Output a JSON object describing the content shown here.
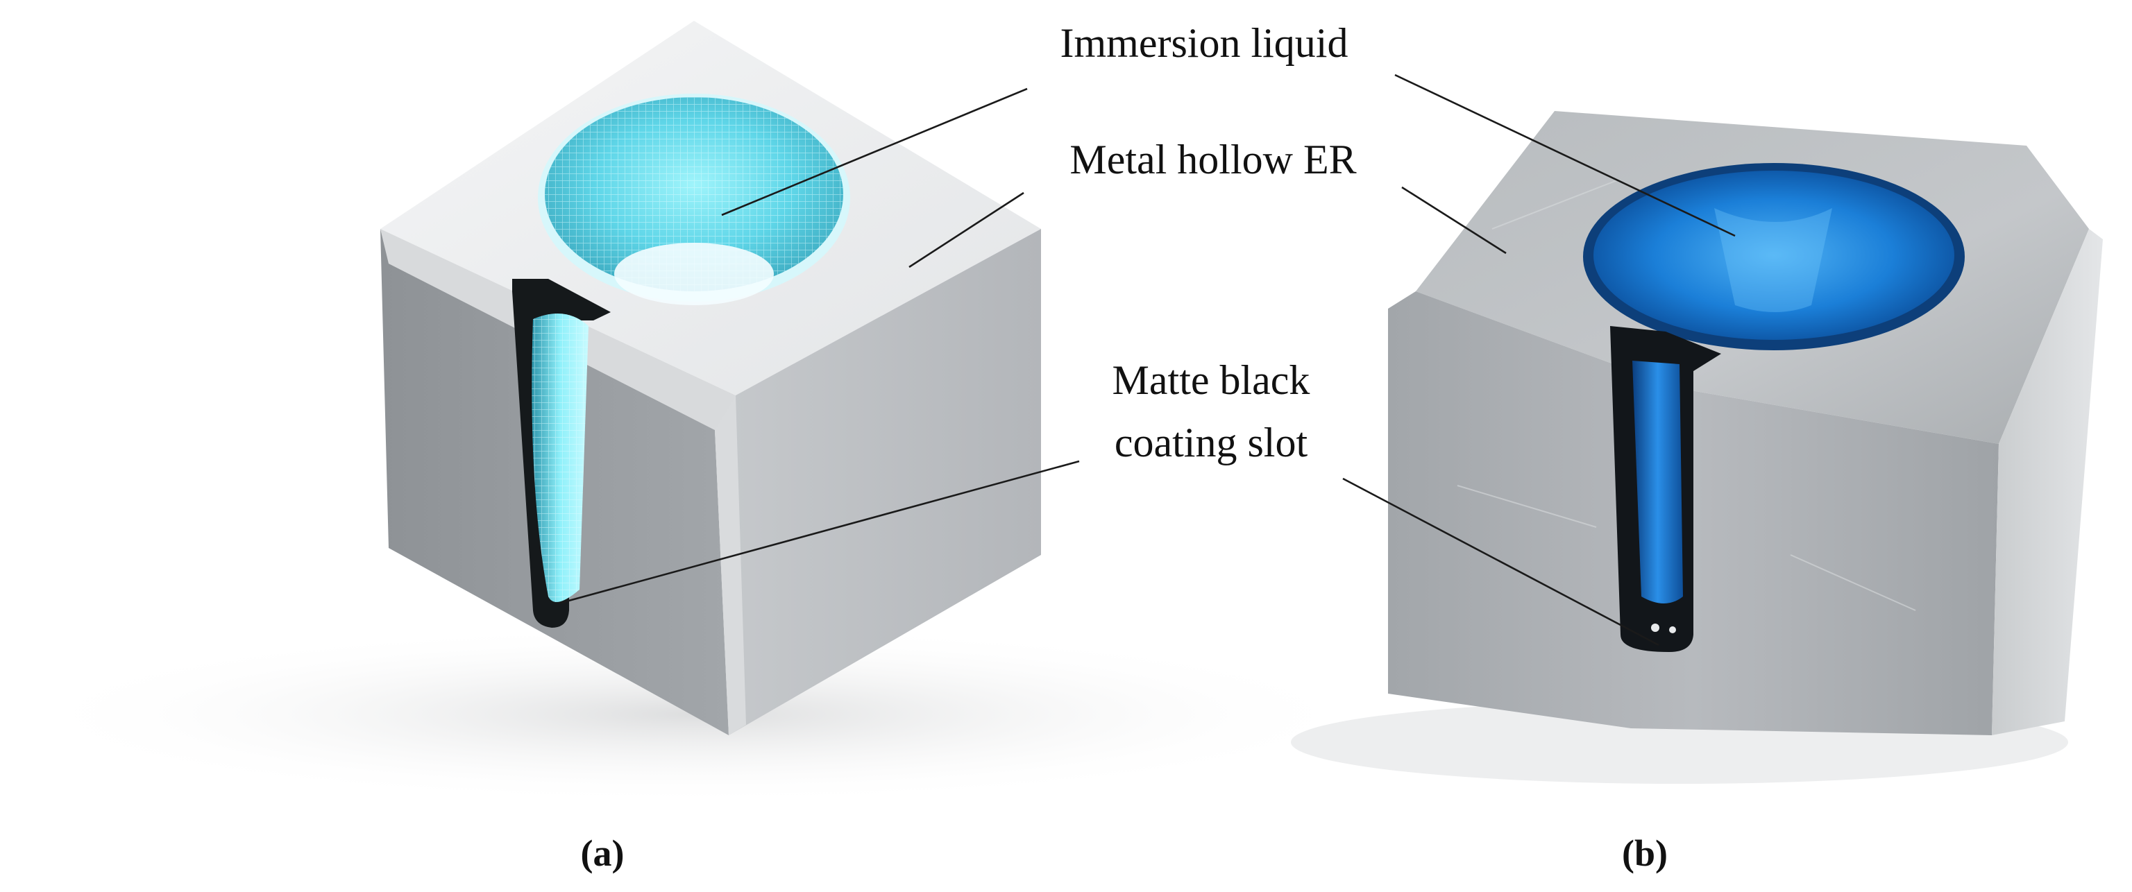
{
  "labels": {
    "immersion_liquid": "Immersion liquid",
    "metal_hollow_er": "Metal hollow ER",
    "matte_black_line1": "Matte black",
    "matte_black_line2": "coating slot"
  },
  "captions": {
    "a": "(a)",
    "b": "(b)"
  },
  "colors": {
    "liquid_render": "#5fe0f0",
    "liquid_photo": "#1a78d8",
    "metal_render_light": "#eceef0",
    "metal_render_dark": "#8f9397",
    "metal_photo": "#a9adb1",
    "slot": "#161a1c"
  }
}
